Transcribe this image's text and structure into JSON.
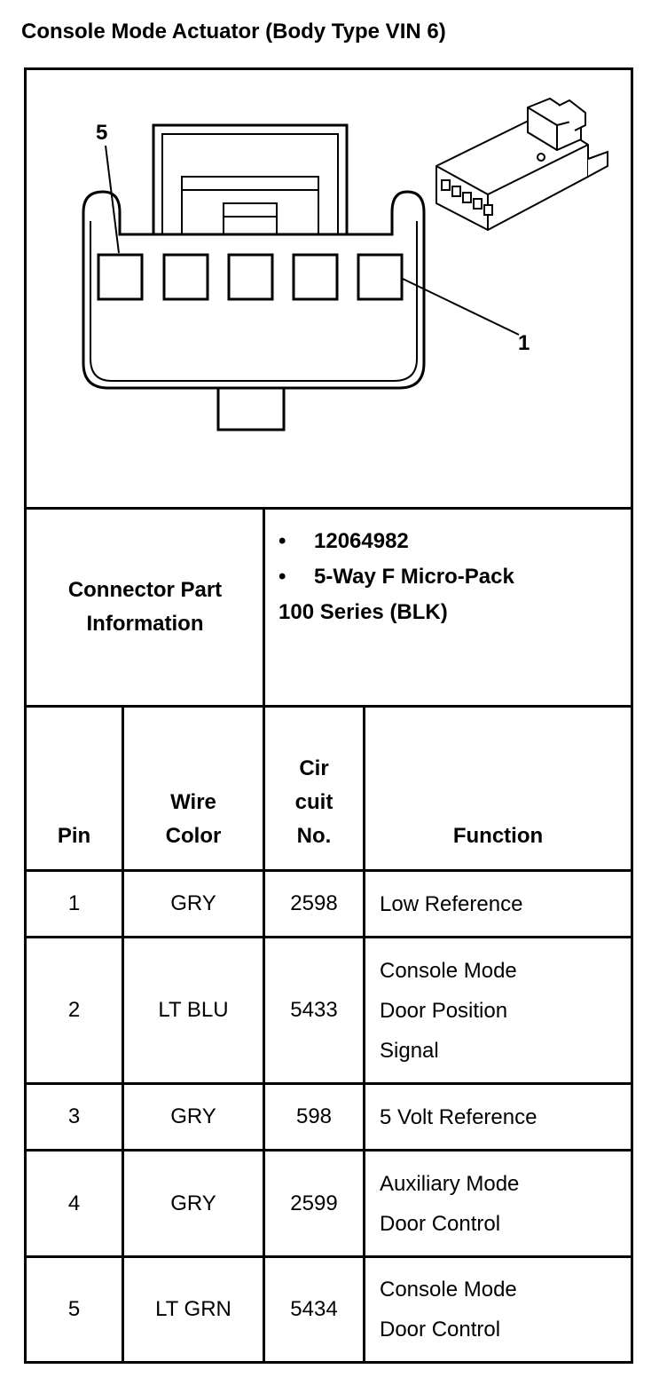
{
  "title": "Console Mode Actuator (Body Type VIN 6)",
  "diagram": {
    "label_pin_5": "5",
    "label_pin_1": "1"
  },
  "connector": {
    "label": "Connector Part Information",
    "bullet": "•",
    "items": [
      "12064982",
      "5-Way F Micro-Pack"
    ],
    "note": "100 Series (BLK)"
  },
  "table": {
    "headers": {
      "pin": "Pin",
      "wire_color": "Wire Color",
      "circuit": "Cir cuit No.",
      "function": "Function"
    },
    "rows": [
      {
        "pin": "1",
        "wire_color": "GRY",
        "circuit": "2598",
        "function": "Low Reference"
      },
      {
        "pin": "2",
        "wire_color": "LT BLU",
        "circuit": "5433",
        "function": "Console Mode Door Position Signal"
      },
      {
        "pin": "3",
        "wire_color": "GRY",
        "circuit": "598",
        "function": "5 Volt Reference"
      },
      {
        "pin": "4",
        "wire_color": "GRY",
        "circuit": "2599",
        "function": "Auxiliary Mode Door Control"
      },
      {
        "pin": "5",
        "wire_color": "LT GRN",
        "circuit": "5434",
        "function": "Console Mode Door Control"
      }
    ]
  }
}
